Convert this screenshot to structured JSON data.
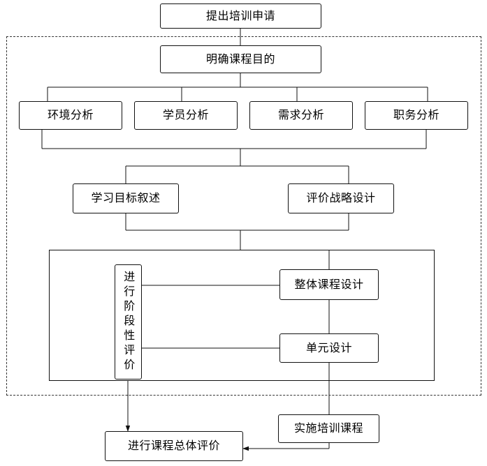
{
  "diagram": {
    "title_text": "",
    "colors": {
      "stroke": "#111111",
      "dashed_stroke": "#333333",
      "node_fill": "#ffffff",
      "background": "#ffffff",
      "text": "#000000"
    },
    "groups": [
      {
        "id": "dashed-phase-group",
        "style": "dashed",
        "label": ""
      },
      {
        "id": "solid-evaluation-group",
        "style": "solid",
        "label": ""
      }
    ],
    "nodes": [
      {
        "id": "training-request",
        "label": "提出培训申请",
        "orientation": "horizontal"
      },
      {
        "id": "course-objective",
        "label": "明确课程目的",
        "orientation": "horizontal"
      },
      {
        "id": "environment-analysis",
        "label": "环境分析",
        "orientation": "horizontal"
      },
      {
        "id": "trainee-analysis",
        "label": "学员分析",
        "orientation": "horizontal"
      },
      {
        "id": "demand-analysis",
        "label": "需求分析",
        "orientation": "horizontal"
      },
      {
        "id": "job-analysis",
        "label": "职务分析",
        "orientation": "horizontal"
      },
      {
        "id": "learning-goal",
        "label": "学习目标叙述",
        "orientation": "horizontal"
      },
      {
        "id": "evaluation-strategy",
        "label": "评价战略设计",
        "orientation": "horizontal"
      },
      {
        "id": "stage-evaluation",
        "label": "进行阶段性评价",
        "orientation": "vertical"
      },
      {
        "id": "overall-course-design",
        "label": "整体课程设计",
        "orientation": "horizontal"
      },
      {
        "id": "unit-design",
        "label": "单元设计",
        "orientation": "horizontal"
      },
      {
        "id": "implement-training",
        "label": "实施培训课程",
        "orientation": "horizontal"
      },
      {
        "id": "overall-evaluation",
        "label": "进行课程总体评价",
        "orientation": "horizontal"
      }
    ],
    "edges": [
      {
        "from": "training-request",
        "to": "course-objective",
        "arrow": false
      },
      {
        "from": "course-objective",
        "to": "environment-analysis",
        "arrow": false
      },
      {
        "from": "course-objective",
        "to": "trainee-analysis",
        "arrow": false
      },
      {
        "from": "course-objective",
        "to": "demand-analysis",
        "arrow": false
      },
      {
        "from": "course-objective",
        "to": "job-analysis",
        "arrow": false
      },
      {
        "from": "environment-analysis",
        "to": "learning-goal",
        "arrow": false
      },
      {
        "from": "job-analysis",
        "to": "evaluation-strategy",
        "arrow": false
      },
      {
        "from": "learning-goal",
        "to": "overall-course-design",
        "arrow": false
      },
      {
        "from": "evaluation-strategy",
        "to": "overall-course-design",
        "arrow": false
      },
      {
        "from": "stage-evaluation",
        "to": "overall-course-design",
        "arrow": false
      },
      {
        "from": "stage-evaluation",
        "to": "unit-design",
        "arrow": false
      },
      {
        "from": "overall-course-design",
        "to": "unit-design",
        "arrow": false
      },
      {
        "from": "unit-design",
        "to": "implement-training",
        "arrow": false
      },
      {
        "from": "stage-evaluation",
        "to": "overall-evaluation",
        "arrow": true
      },
      {
        "from": "implement-training",
        "to": "overall-evaluation",
        "arrow": true
      }
    ]
  }
}
